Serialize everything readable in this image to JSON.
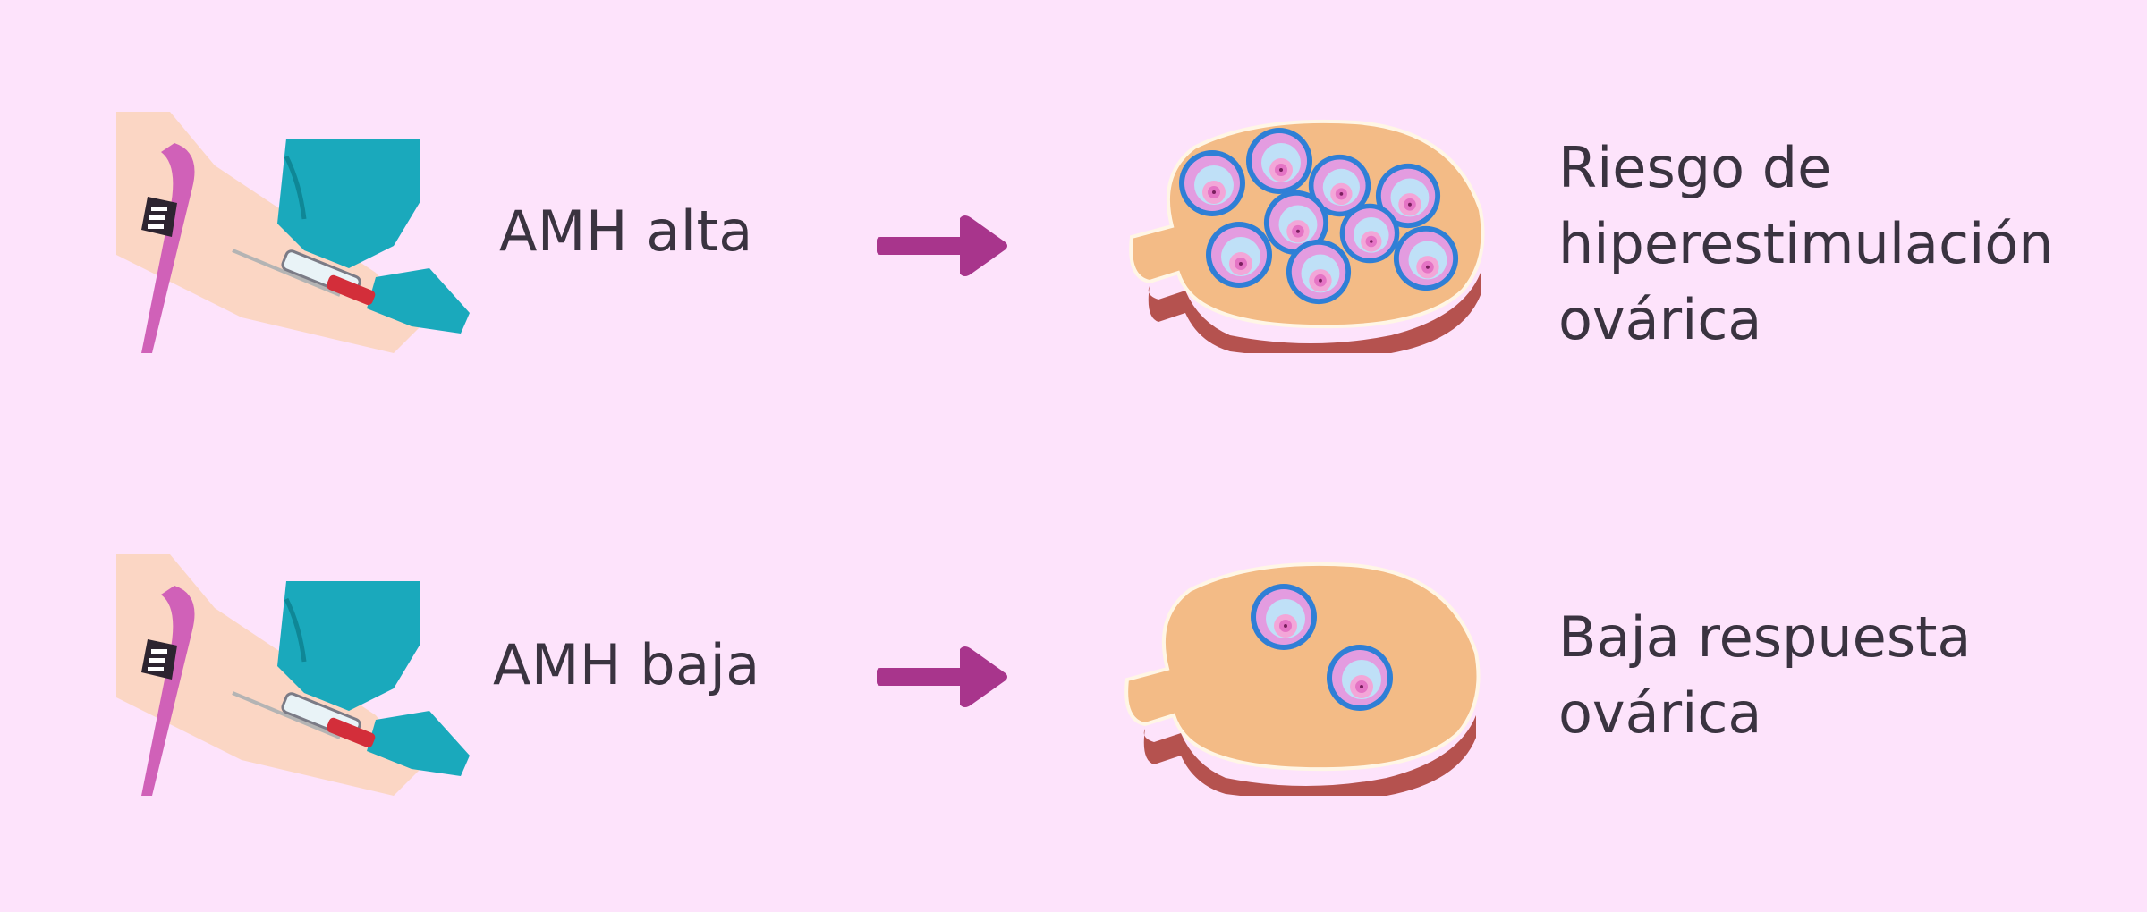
{
  "colors": {
    "background": "#fde3fb",
    "arrow": "#a8358c",
    "glove": "#1aa9bc",
    "strap": "#d061b8",
    "ovary_fill": "#f3bb86",
    "ovary_rim": "#b5524f",
    "follicle_ring": "#2f7fd6",
    "follicle_core": "#e574c5"
  },
  "rows": [
    {
      "label": "AMH alta",
      "result_lines": [
        "Riesgo de",
        "hiperestimulación",
        "ovárica"
      ],
      "icons": [
        "blood-test-arm-icon",
        "right-arrow-icon",
        "ovary-many-follicles-icon"
      ]
    },
    {
      "label": "AMH baja",
      "result_lines": [
        "Baja respuesta",
        "ovárica"
      ],
      "icons": [
        "blood-test-arm-icon",
        "right-arrow-icon",
        "ovary-few-follicles-icon"
      ]
    }
  ]
}
